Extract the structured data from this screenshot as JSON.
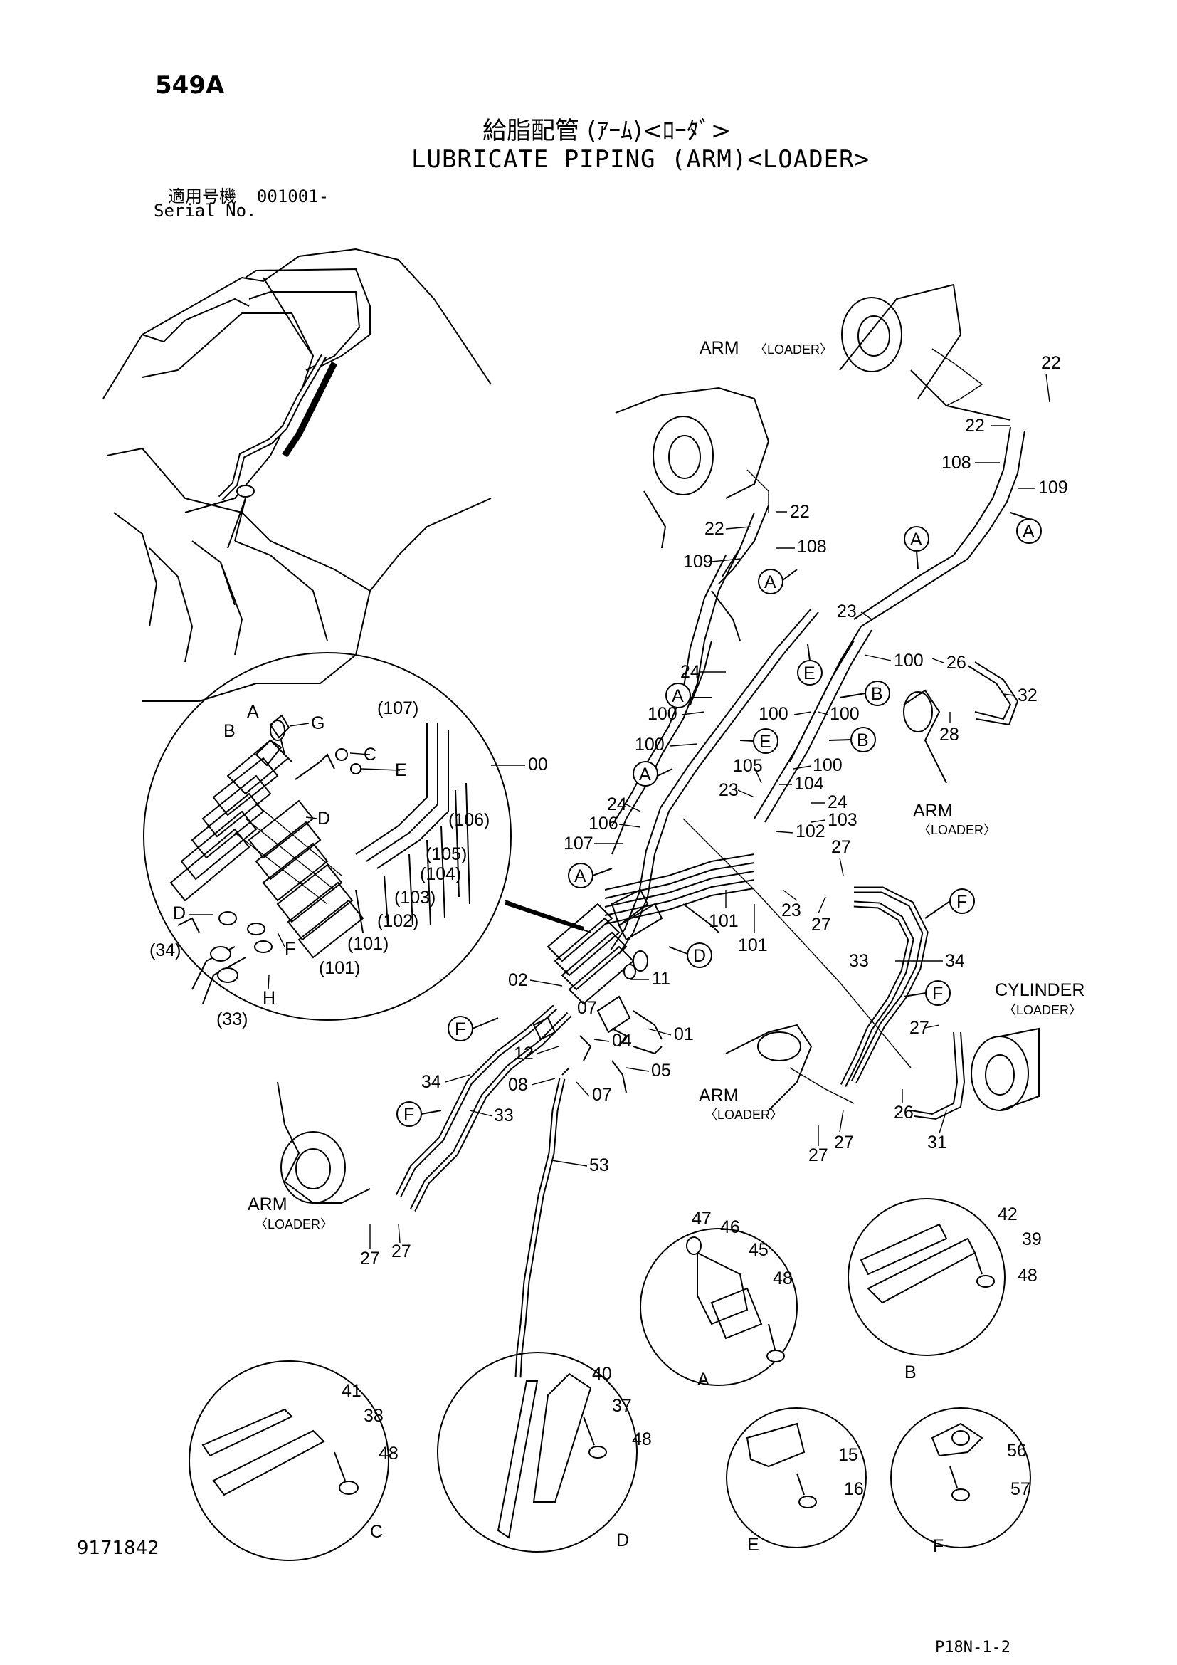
{
  "header": {
    "page_no": "549A",
    "title_jp": "給脂配管 (ｱｰﾑ)<ﾛｰﾀﾞ>",
    "title_en": "LUBRICATE PIPING (ARM)<LOADER>",
    "serial_label_jp": "適用号機",
    "serial_value": "001001-",
    "serial_label_en": "Serial No."
  },
  "footer": {
    "drawing_no": "9171842",
    "page_ref": "P18N-1-2"
  },
  "labels": {
    "arm": "ARM",
    "loader": "〈LOADER〉",
    "cylinder": "CYLINDER"
  },
  "details": {
    "A": {
      "letter": "A",
      "parts": [
        "47",
        "46",
        "45",
        "48"
      ]
    },
    "B": {
      "letter": "B",
      "parts": [
        "42",
        "39",
        "48"
      ]
    },
    "C": {
      "letter": "C",
      "parts": [
        "41",
        "38",
        "48"
      ]
    },
    "D": {
      "letter": "D",
      "parts": [
        "40",
        "37",
        "48"
      ]
    },
    "E": {
      "letter": "E",
      "parts": [
        "15",
        "16"
      ]
    },
    "F": {
      "letter": "F",
      "parts": [
        "56",
        "57"
      ]
    }
  },
  "manifold_inset": {
    "letters": [
      "A",
      "B",
      "C",
      "D",
      "E",
      "F",
      "G",
      "H"
    ],
    "parts": [
      "(107)",
      "00",
      "(106)",
      "(105)",
      "(104)",
      "(103)",
      "(102)",
      "(101)",
      "(101)",
      "(34)",
      "(33)"
    ]
  },
  "callouts": {
    "p22": "22",
    "p108": "108",
    "p109": "109",
    "p23": "23",
    "p24": "24",
    "p100": "100",
    "p105": "105",
    "p104": "104",
    "p103": "103",
    "p102": "102",
    "p106": "106",
    "p107": "107",
    "p101": "101",
    "p26": "26",
    "p32": "32",
    "p28": "28",
    "p27": "27",
    "p33": "33",
    "p34": "34",
    "p31": "31",
    "p02": "02",
    "p11": "11",
    "p01": "01",
    "p12": "12",
    "p04": "04",
    "p05": "05",
    "p07": "07",
    "p08": "08",
    "p53": "53"
  }
}
